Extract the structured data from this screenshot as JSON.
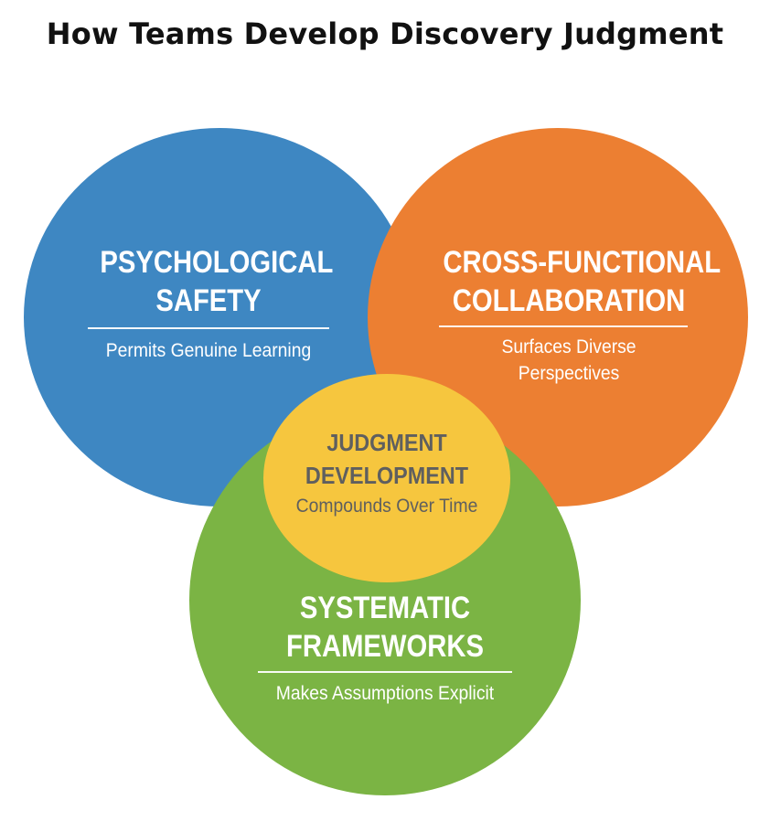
{
  "title": "How Teams Develop Discovery Judgment",
  "colors": {
    "blue": "#3e87c2",
    "orange": "#ec7f32",
    "green": "#7bb444",
    "yellow": "#f6c63e"
  },
  "circles": {
    "psychological_safety": {
      "heading_line1": "PSYCHOLOGICAL",
      "heading_line2": "SAFETY",
      "subtitle": "Permits Genuine Learning"
    },
    "cross_functional": {
      "heading_line1": "CROSS-FUNCTIONAL",
      "heading_line2": "COLLABORATION",
      "subtitle_line1": "Surfaces Diverse",
      "subtitle_line2": "Perspectives"
    },
    "systematic_frameworks": {
      "heading_line1": "SYSTEMATIC",
      "heading_line2": "FRAMEWORKS",
      "subtitle": "Makes Assumptions Explicit"
    },
    "judgment_development": {
      "heading_line1": "JUDGMENT",
      "heading_line2": "DEVELOPMENT",
      "subtitle": "Compounds Over Time"
    }
  }
}
